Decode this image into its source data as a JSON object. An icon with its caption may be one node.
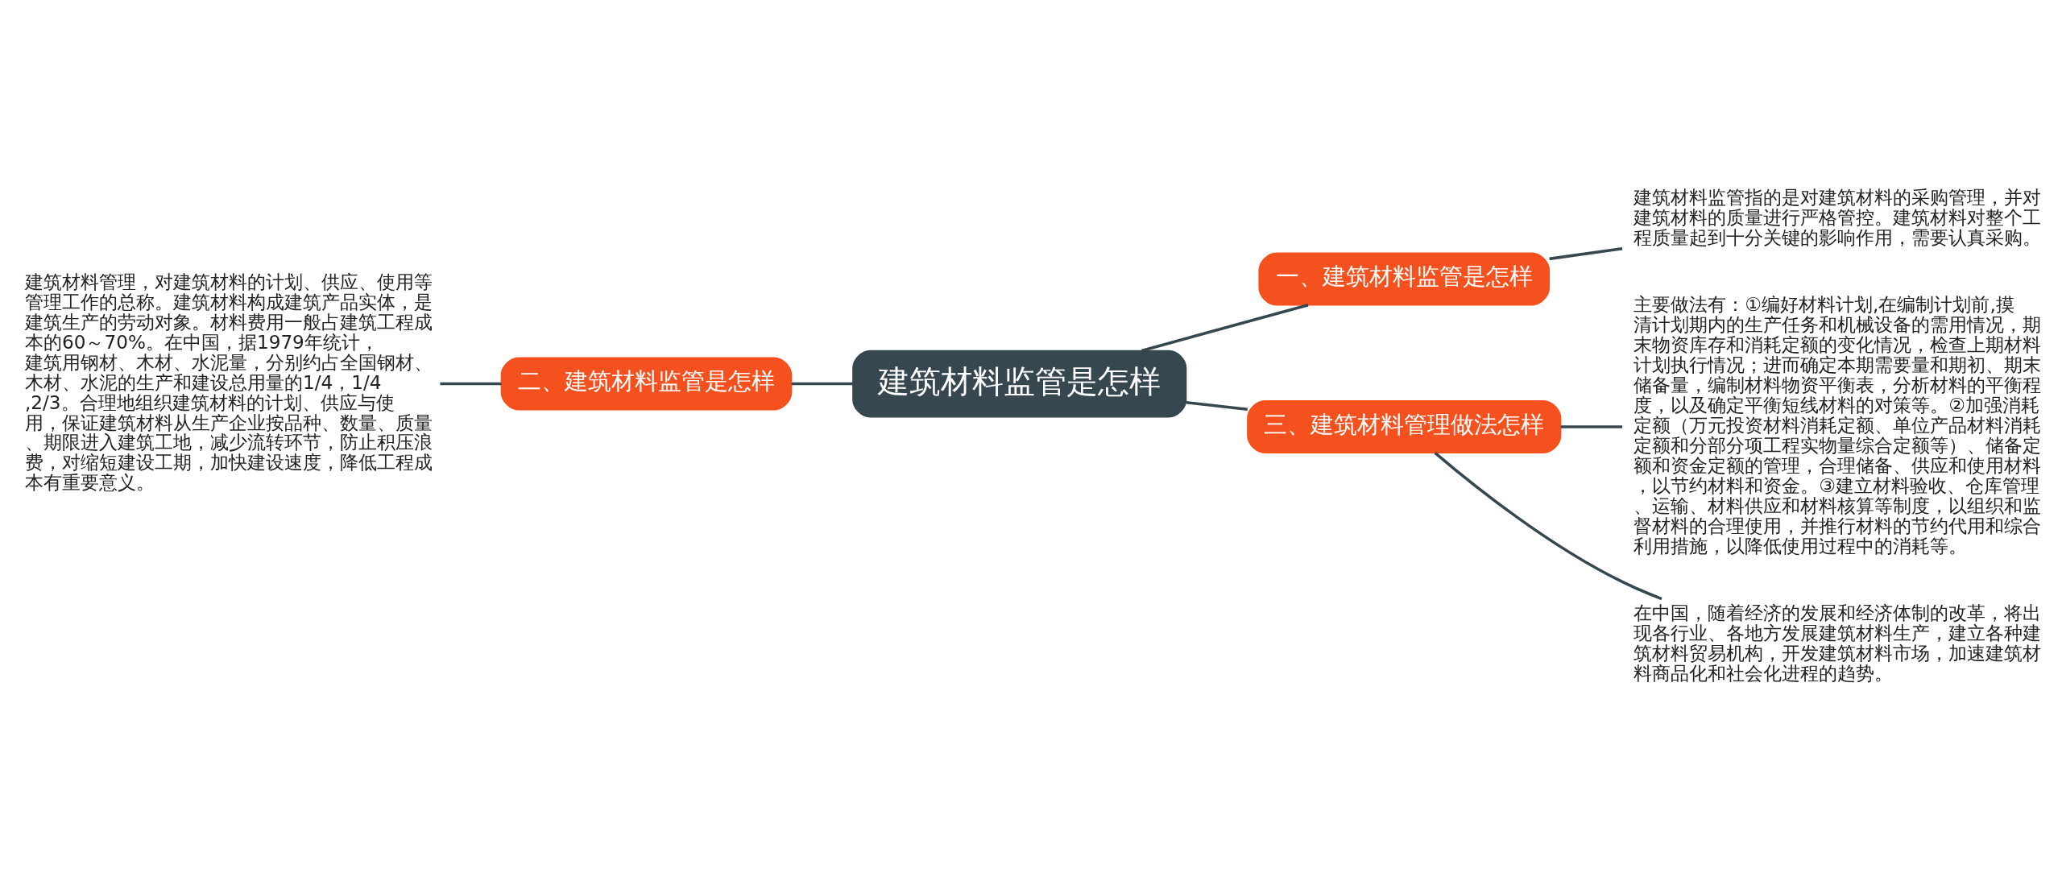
{
  "diagram": {
    "nodes": [
      {
        "text": [
          "建筑材料监管是怎样"
        ]
      },
      {
        "text": [
          "一、建筑材料监管是怎样"
        ]
      },
      {
        "text": [
          "建筑材料监管指的是对建筑材料的采购管理，并对建筑材料的质量进行严格管控。建筑材料对整个工程质量起到十分关键的影响作用，需要认真采购。"
        ]
      },
      {
        "text": [
          "二、建筑材料监管是怎样"
        ]
      },
      {
        "text": [
          "建筑材料管理，对建筑材料的计划、供应、使用等管理工作的总称。建筑材料构成建筑产品实体，是建筑生产的劳动对象。材料费用一般占建筑工程成本的60～70%。在中国，据1979年统计，建筑用钢材、木材、水泥量，分别约占全国钢材、木材、水泥的生产和建设总用量的1/4，1/4,2/3。合理地组织建筑材料的计划、供应与使用，保证建筑材料从生产企业按品种、数量、质量、期限进入建筑工地，减少流转环节，防止积压浪费，对缩短建设工期，加快建设速度，降低工程成本有重要意义。"
        ]
      },
      {
        "text": [
          "三、建筑材料管理做法怎样"
        ]
      },
      {
        "text": [
          "主要做法有：①编好材料计划,在编制计划前,摸清计划期内的生产任务和机械设备的需用情况，期末物资库存和消耗定额的变化情况，检查上期材料计划执行情况；进而确定本期需要量和期初、期末储备量，编制材料物资平衡表，分析材料的平衡程度，以及确定平衡短线材料的对策等。②加强消耗定额（万元投资材料消耗定额、单位产品材料消耗定额和分部分项工程实物量综合定额等）、储备定额和资金定额的管理，合理储备、供应和使用材料，以节约材料和资金。③建立材料验收、仓库管理、运输、材料供应和材料核算等制度，以组织和监督材料的合理使用，并推行材料的节约代用和综合利用措施，以降低使用过程中的消耗等。"
        ]
      },
      {
        "text": [
          "在中国，随着经济的发展和经济体制的改革，将出现各行业、各地方发展建筑材料生产，建立各种建筑材料贸易机构，开发建筑材料市场，加速建筑材料商品化和社会化进程的趋势。"
        ]
      }
    ],
    "edges": [
      {
        "from": 0,
        "to": 1,
        "arrow": "none"
      },
      {
        "from": 1,
        "to": 2,
        "arrow": "none"
      },
      {
        "from": 0,
        "to": 3,
        "arrow": "none"
      },
      {
        "from": 3,
        "to": 4,
        "arrow": "none"
      },
      {
        "from": 0,
        "to": 5,
        "arrow": "none"
      },
      {
        "from": 5,
        "to": 6,
        "arrow": "none"
      },
      {
        "from": 5,
        "to": 7,
        "arrow": "none"
      }
    ]
  }
}
